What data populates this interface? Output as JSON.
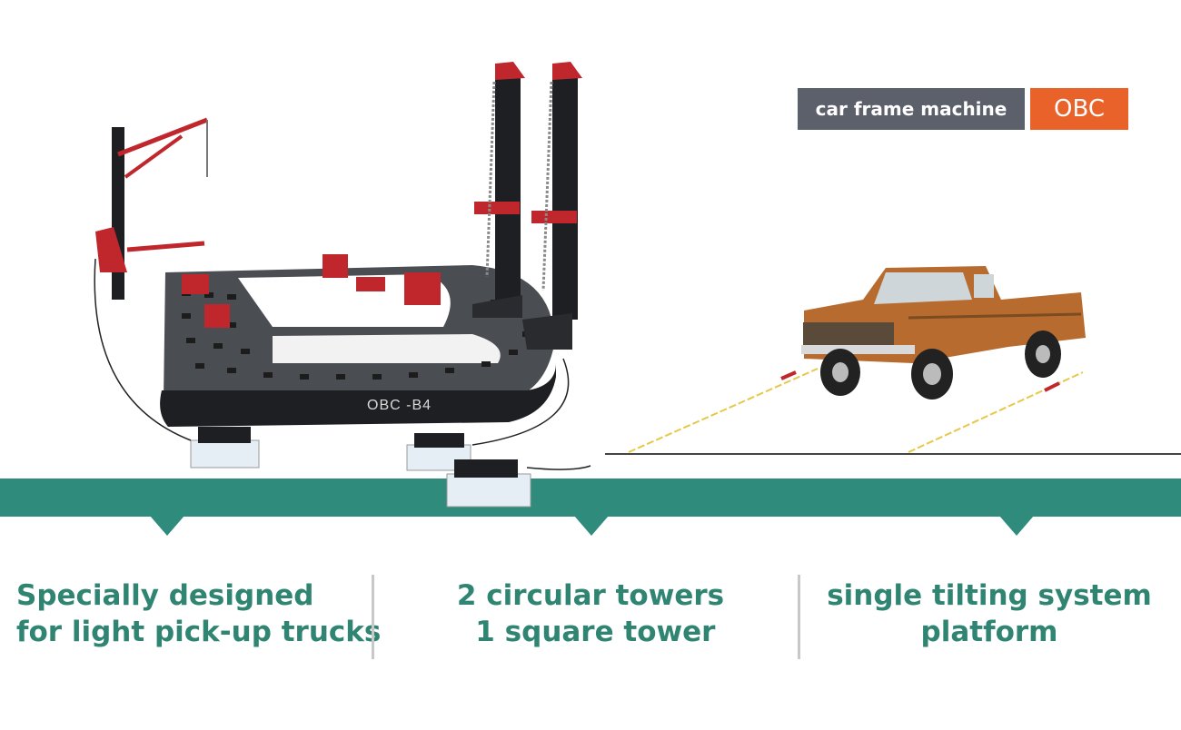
{
  "header_tag": {
    "label": "car frame machine",
    "brand": "OBC"
  },
  "machine": {
    "model_label": "OBC -B4"
  },
  "features": [
    {
      "line1": "Specially designed",
      "line2": "for light pick-up trucks"
    },
    {
      "line1": "2 circular towers",
      "line2": " 1 square tower"
    },
    {
      "line1": "single tilting system",
      "line2": "platform"
    }
  ],
  "colors": {
    "band": "#2f8c7c",
    "feature_text": "#2f8472",
    "tag_gray": "#5c606a",
    "tag_orange": "#e8622a",
    "machine_red": "#c0272d"
  }
}
